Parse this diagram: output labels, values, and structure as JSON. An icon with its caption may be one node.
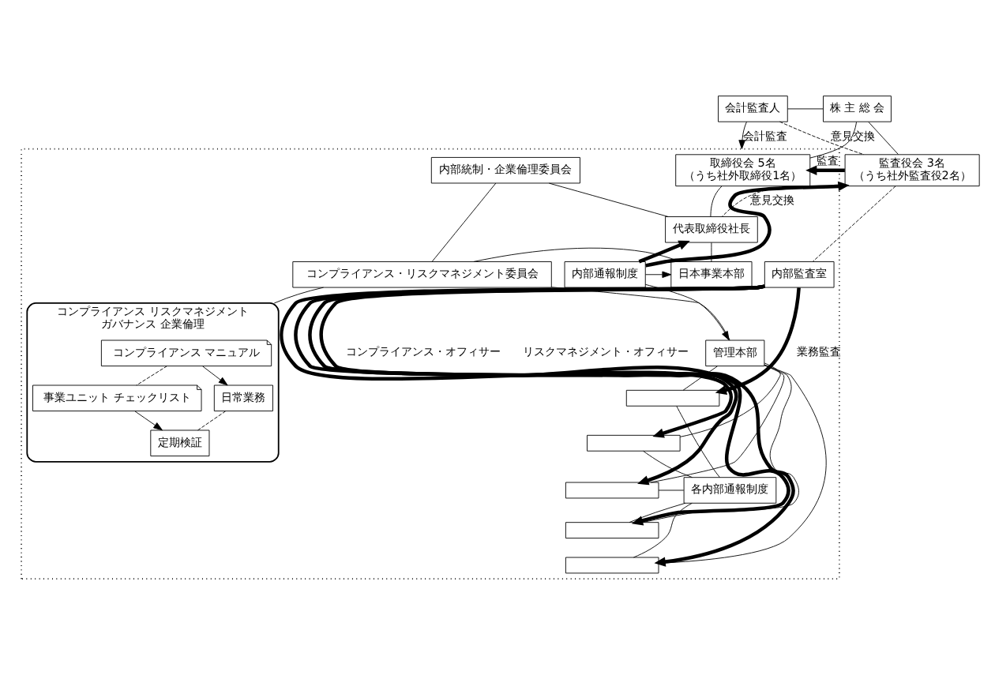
{
  "diagram": {
    "nodes": [
      {
        "text": [
          "会計監査人"
        ]
      },
      {
        "text": [
          "株 主 総 会"
        ]
      },
      {
        "text": [],
        "shape": "box"
      },
      {
        "text": [
          "取締役会 5名",
          "（うち社外取締役1名）"
        ],
        "in": 2
      },
      {
        "text": [
          "監査役会 3名",
          "（うち社外監査役2名）"
        ]
      },
      {
        "text": [
          "内部統制・企業倫理委員会"
        ],
        "in": 2
      },
      {
        "text": [
          "代表取締役社長"
        ],
        "in": 2
      },
      {
        "text": [
          "内部監査室"
        ],
        "in": 2
      },
      {
        "text": [
          "内部通報制度"
        ],
        "in": 2
      },
      {
        "text": [
          "コンプライアンス・リスクマネジメント委員会"
        ],
        "in": 2
      },
      {
        "text": [
          "日本事業本部"
        ],
        "in": 2
      },
      {
        "text": [
          "管理本部"
        ],
        "in": 2
      },
      {
        "text": [
          "コンプライアンス リスクマネジメント",
          "ガバナンス 企業倫理"
        ],
        "in": 2
      },
      {
        "text": [
          "コンプライアンス マニュアル"
        ],
        "in": 12
      },
      {
        "text": [
          "事業ユニット チェックリスト"
        ],
        "in": 12
      },
      {
        "text": [
          "日常業務"
        ],
        "in": 12
      },
      {
        "text": [
          "定期検証"
        ],
        "in": 12
      },
      {
        "text": [],
        "shape": "box",
        "in": 2
      },
      {
        "text": [],
        "shape": "box",
        "in": 2
      },
      {
        "text": [],
        "shape": "box",
        "in": 2
      },
      {
        "text": [],
        "shape": "box",
        "in": 2
      },
      {
        "text": [],
        "shape": "box",
        "in": 2
      },
      {
        "text": [
          "各内部通報制度"
        ],
        "in": 2
      }
    ],
    "edges": [
      {
        "from": 0,
        "to": 1,
        "arrow": "none"
      },
      {
        "from": 0,
        "to": 2,
        "arrow": "to",
        "label": "会計監査"
      },
      {
        "from": 0,
        "to": 4,
        "arrow": "none",
        "label": "意見交換",
        "style": "dashed"
      },
      {
        "from": 1,
        "to": 3,
        "arrow": "none"
      },
      {
        "from": 1,
        "to": 4,
        "arrow": "none"
      },
      {
        "from": 4,
        "to": 3,
        "arrow": "to",
        "label": "監査",
        "style": "thick"
      },
      {
        "from": 4,
        "to": 6,
        "arrow": "none",
        "label": "意見交換",
        "style": "dashed"
      },
      {
        "from": 4,
        "to": 7,
        "arrow": "none",
        "style": "dashed"
      },
      {
        "from": 3,
        "to": 6,
        "arrow": "none"
      },
      {
        "from": 5,
        "to": 6,
        "arrow": "none"
      },
      {
        "from": 5,
        "to": 9,
        "arrow": "none"
      },
      {
        "from": 6,
        "to": 10,
        "arrow": "none"
      },
      {
        "from": 8,
        "to": 4,
        "arrow": "to",
        "style": "thick"
      },
      {
        "from": 8,
        "to": 6,
        "arrow": "to",
        "style": "thick"
      },
      {
        "from": 9,
        "to": 10,
        "arrow": "none"
      },
      {
        "from": 9,
        "to": 11,
        "arrow": "none"
      },
      {
        "from": 8,
        "to": 10,
        "arrow": "to"
      },
      {
        "from": 8,
        "to": 11,
        "arrow": "to"
      },
      {
        "from": 9,
        "to": 12,
        "arrow": "none"
      },
      {
        "from": 13,
        "to": 14,
        "arrow": "none",
        "style": "dashed"
      },
      {
        "from": 13,
        "to": 15,
        "arrow": "to"
      },
      {
        "from": 14,
        "to": 16,
        "arrow": "to"
      },
      {
        "from": 15,
        "to": 16,
        "arrow": "none",
        "style": "dashed"
      },
      {
        "from": 11,
        "to": 17,
        "arrow": "none"
      },
      {
        "from": 11,
        "to": 18,
        "arrow": "none"
      },
      {
        "from": 11,
        "to": 19,
        "arrow": "none"
      },
      {
        "from": 11,
        "to": 20,
        "arrow": "none"
      },
      {
        "from": 11,
        "to": 21,
        "arrow": "none"
      },
      {
        "from": 7,
        "to": 17,
        "arrow": "to",
        "style": "thick",
        "label": "業務監査"
      },
      {
        "from": 7,
        "to": 18,
        "arrow": "to",
        "style": "thick"
      },
      {
        "from": 7,
        "to": 19,
        "arrow": "to",
        "style": "thick"
      },
      {
        "from": 7,
        "to": 20,
        "arrow": "to",
        "style": "thick"
      },
      {
        "from": 7,
        "to": 21,
        "arrow": "to",
        "style": "thick"
      },
      {
        "from": 22,
        "to": 17,
        "arrow": "none"
      },
      {
        "from": 22,
        "to": 18,
        "arrow": "none"
      },
      {
        "from": 22,
        "to": 19,
        "arrow": "none"
      },
      {
        "from": 22,
        "to": 20,
        "arrow": "none"
      },
      {
        "from": 22,
        "to": 21,
        "arrow": "none"
      }
    ],
    "labels": [
      "コンプライアンス・オフィサー",
      "リスクマネジメント・オフィサー"
    ]
  }
}
